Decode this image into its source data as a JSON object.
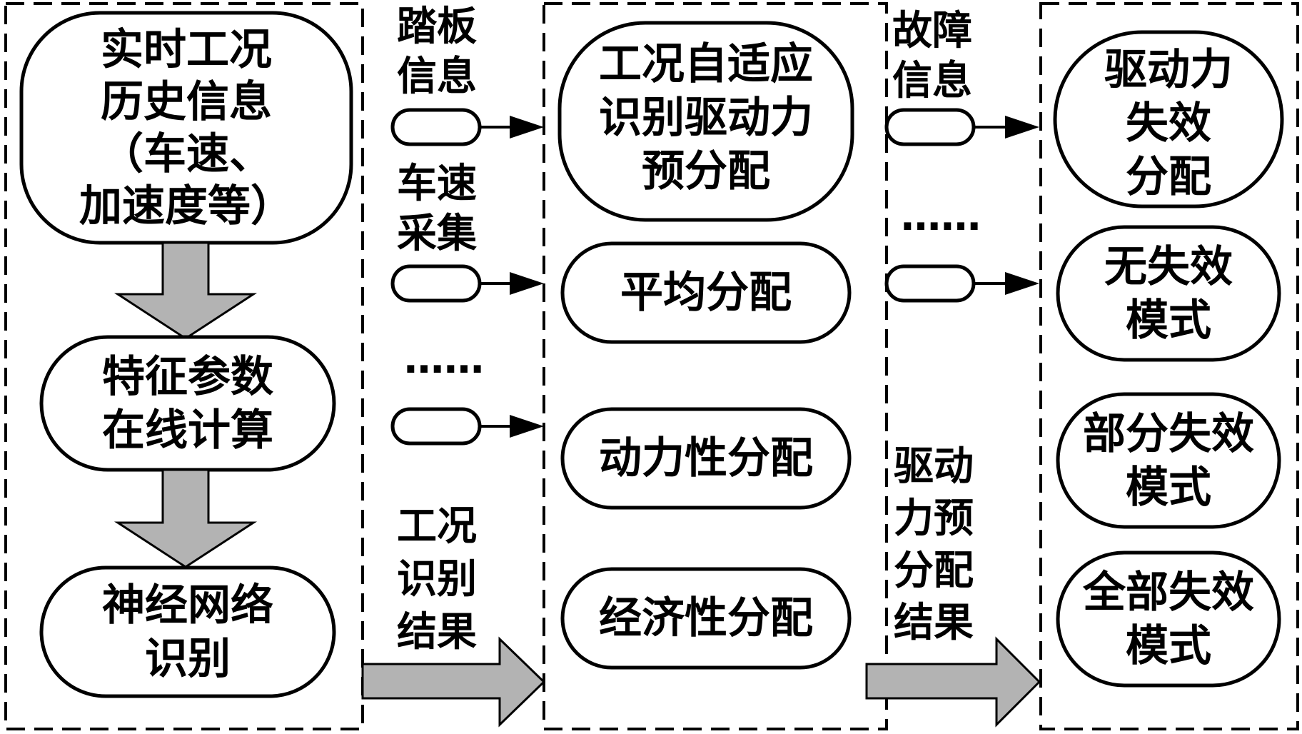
{
  "left_column": {
    "history_box": [
      "实时工况",
      "历史信息",
      "（车速、",
      "加速度等）"
    ],
    "feature_box": [
      "特征参数",
      "在线计算"
    ],
    "nn_box": [
      "神经网络",
      "识别"
    ]
  },
  "inputs_column": {
    "pedal_label": [
      "踏板",
      "信息"
    ],
    "speed_label": [
      "车速",
      "采集"
    ],
    "ellipsis": "……",
    "result_label": [
      "工况",
      "识别",
      "结果"
    ]
  },
  "middle_column": {
    "adaptive_box": [
      "工况自适应",
      "识别驱动力",
      "预分配"
    ],
    "average_box": "平均分配",
    "power_box": "动力性分配",
    "economy_box": "经济性分配"
  },
  "fault_column": {
    "fault_label": [
      "故障",
      "信息"
    ],
    "ellipsis": "……",
    "result_label": [
      "驱动",
      "力预",
      "分配",
      "结果"
    ]
  },
  "right_column": {
    "failure_alloc_box": [
      "驱动力",
      "失效",
      "分配"
    ],
    "no_failure_box": [
      "无失效",
      "模式"
    ],
    "partial_failure_box": [
      "部分失效",
      "模式"
    ],
    "total_failure_box": [
      "全部失效",
      "模式"
    ]
  }
}
